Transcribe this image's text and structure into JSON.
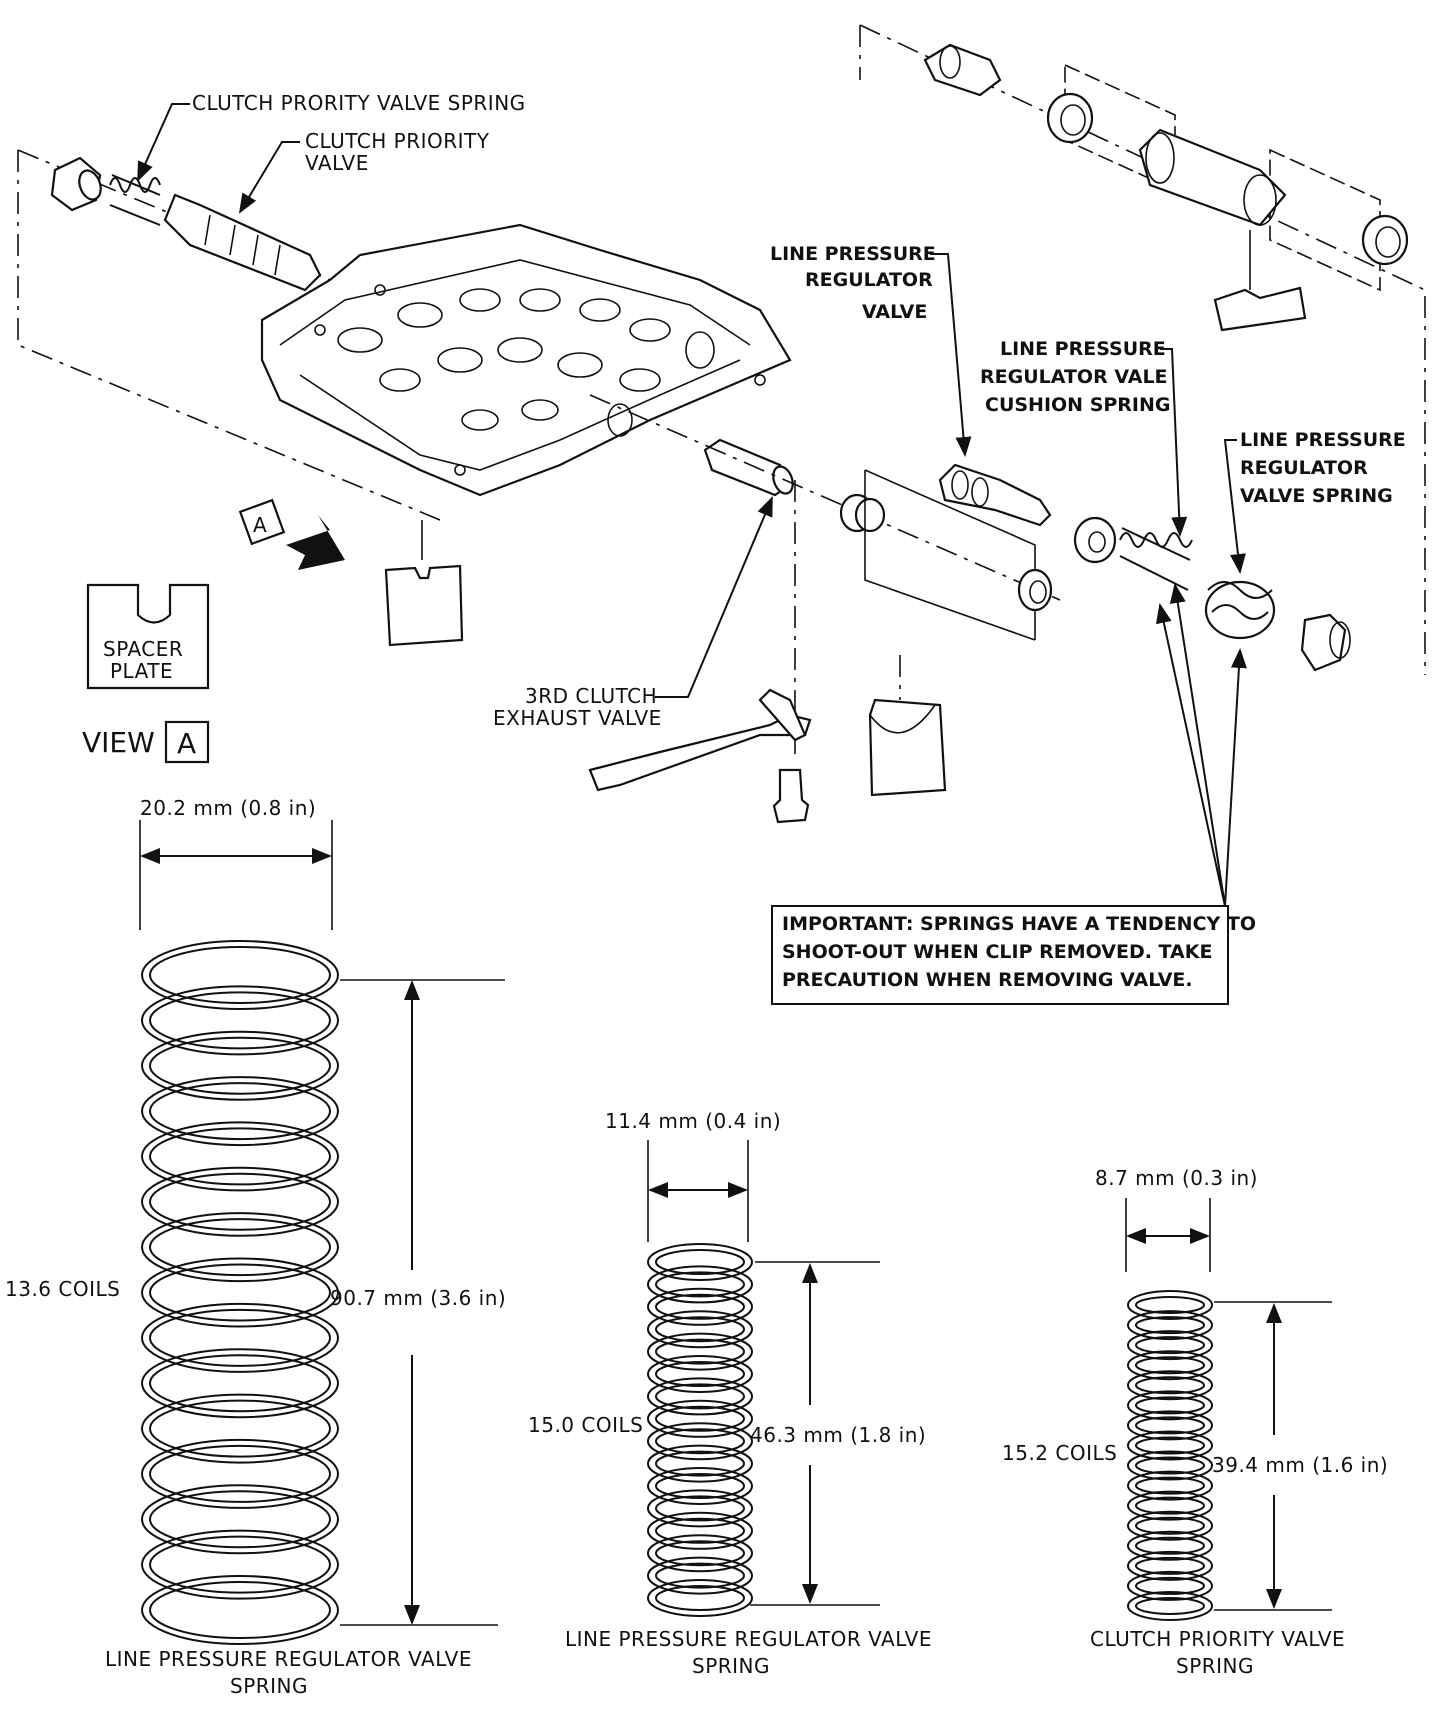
{
  "labels": {
    "clutch_priority_valve_spring": "CLUTCH PRORITY VALVE SPRING",
    "clutch_priority_valve": [
      "CLUTCH PRIORITY",
      "VALVE"
    ],
    "line_pressure_regulator_valve": [
      "LINE PRESSURE",
      "REGULATOR",
      "VALVE"
    ],
    "line_pressure_regulator_vale_cushion_spring": [
      "LINE PRESSURE",
      "REGULATOR VALE",
      "CUSHION SPRING"
    ],
    "line_pressure_regulator_valve_spring": [
      "LINE PRESSURE",
      "REGULATOR",
      "VALVE SPRING"
    ],
    "third_clutch_exhaust_valve": [
      "3RD CLUTCH",
      "EXHAUST VALVE"
    ],
    "spacer_plate": [
      "SPACER",
      "PLATE"
    ],
    "view_marker": "A",
    "view_a": "VIEW",
    "view_a_letter": "A",
    "important_note": [
      "IMPORTANT: SPRINGS HAVE A TENDENCY TO",
      "SHOOT-OUT WHEN CLIP REMOVED. TAKE",
      "PRECAUTION WHEN REMOVING VALVE."
    ]
  },
  "springs": [
    {
      "diameter": "20.2 mm   (0.8 in)",
      "length": "90.7 mm   (3.6 in)",
      "coils": "13.6 COILS",
      "caption": [
        "LINE PRESSURE REGULATOR VALVE",
        "SPRING"
      ]
    },
    {
      "diameter": "11.4 mm   (0.4 in)",
      "length": "46.3 mm   (1.8 in)",
      "coils": "15.0 COILS",
      "caption": [
        "LINE PRESSURE REGULATOR VALVE",
        "SPRING"
      ]
    },
    {
      "diameter": "8.7 mm   (0.3 in)",
      "length": "39.4 mm   (1.6 in)",
      "coils": "15.2 COILS",
      "caption": [
        "CLUTCH PRIORITY VALVE",
        "SPRING"
      ]
    }
  ]
}
